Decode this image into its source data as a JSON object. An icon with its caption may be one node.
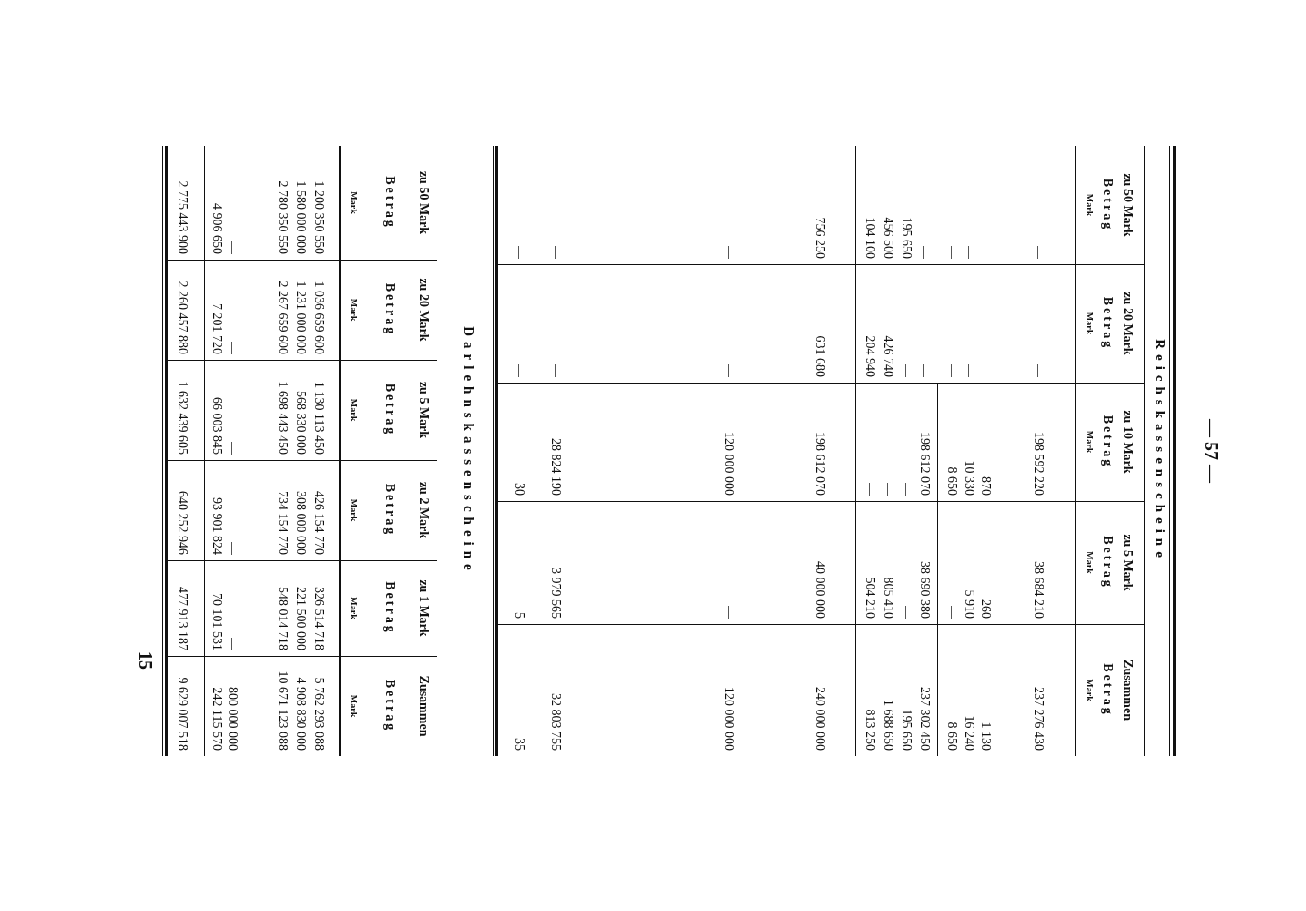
{
  "diagram": {
    "labels": [
      "— 57 —",
      "Reichskassenscheine",
      "zu 50 Mark",
      "zu 20 Mark",
      "zu 10 Mark",
      "zu 5 Mark",
      "Zusammen",
      "Betrag",
      "Betrag",
      "Betrag",
      "Betrag",
      "Betrag",
      "Mark",
      "Mark",
      "Mark",
      "Mark",
      "Mark",
      "—",
      "—",
      "198 592 220",
      "38 684 210",
      "237 276 430",
      "—",
      "—",
      "870",
      "260",
      "1 130",
      "—",
      "—",
      "10 330",
      "5 910",
      "16 240",
      "—",
      "—",
      "8 650",
      "—",
      "8 650",
      "—",
      "—",
      "198 612 070",
      "38 690 380",
      "237 302 450",
      "195 650",
      "—",
      "—",
      "—",
      "195 650",
      "456 500",
      "426 740",
      "—",
      "805 410",
      "1 688 650",
      "104 100",
      "204 940",
      "—",
      "504 210",
      "813 250",
      "756 250",
      "631 680",
      "198 612 070",
      "40 000 000",
      "240 000 000",
      "—",
      "—",
      "120 000 000",
      "—",
      "120 000 000",
      "—",
      "—",
      "28 824 190",
      "3 979 565",
      "32 803 755",
      "—",
      "—",
      "30",
      "5",
      "35",
      "Darlehnskassenscheine",
      "zu 50 Mark",
      "zu 20 Mark",
      "zu 5 Mark",
      "zu 2 Mark",
      "zu 1 Mark",
      "Zusammen",
      "Betrag",
      "Betrag",
      "Betrag",
      "Betrag",
      "Betrag",
      "Betrag",
      "Mark",
      "Mark",
      "Mark",
      "Mark",
      "Mark",
      "Mark",
      "1 200 350 550",
      "1 036 659 600",
      "1 130 113 450",
      "426 154 770",
      "326 514 718",
      "5 762 293 088",
      "1 580 000 000",
      "1 231 000 000",
      "568 330 000",
      "308 000 000",
      "221 500 000",
      "4 908 830 000",
      "2 780 350 550",
      "2 267 659 600",
      "1 698 443 450",
      "734 154 770",
      "548 014 718",
      "10 671 123 088",
      "—",
      "—",
      "—",
      "—",
      "—",
      "800 000 000",
      "4 906 650",
      "7 201 720",
      "66 003 845",
      "93 901 824",
      "70 101 531",
      "242 115 570",
      "2 775 443 900",
      "2 260 457 880",
      "1 632 439 605",
      "640 252 946",
      "477 913 187",
      "9 629 007 518",
      "15"
    ]
  }
}
